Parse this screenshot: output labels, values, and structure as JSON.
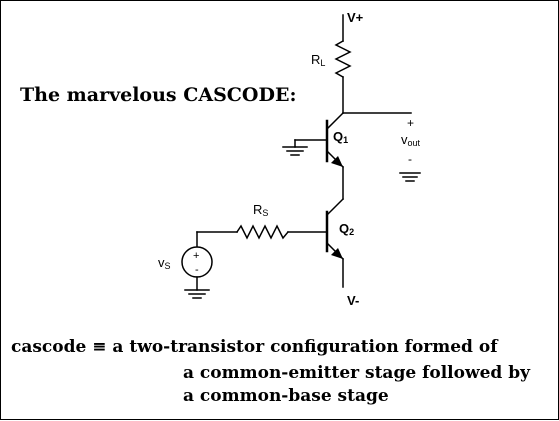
{
  "heading": "The marvelous CASCODE:",
  "labels": {
    "vplus": "V+",
    "vminus": "V-",
    "rl_main": "R",
    "rl_sub": "L",
    "rs_main": "R",
    "rs_sub": "S",
    "q1_main": "Q",
    "q1_sub": "1",
    "q2_main": "Q",
    "q2_sub": "2",
    "vout_main": "v",
    "vout_sub": "out",
    "vout_plus": "+",
    "vout_minus": "-",
    "vs_main": "v",
    "vs_sub": "S",
    "src_plus": "+",
    "src_minus": "-"
  },
  "caption": {
    "line1": "cascode ≡ a two-transistor configuration formed of",
    "line2": "a common-emitter stage followed by",
    "line3": "a common-base stage"
  }
}
